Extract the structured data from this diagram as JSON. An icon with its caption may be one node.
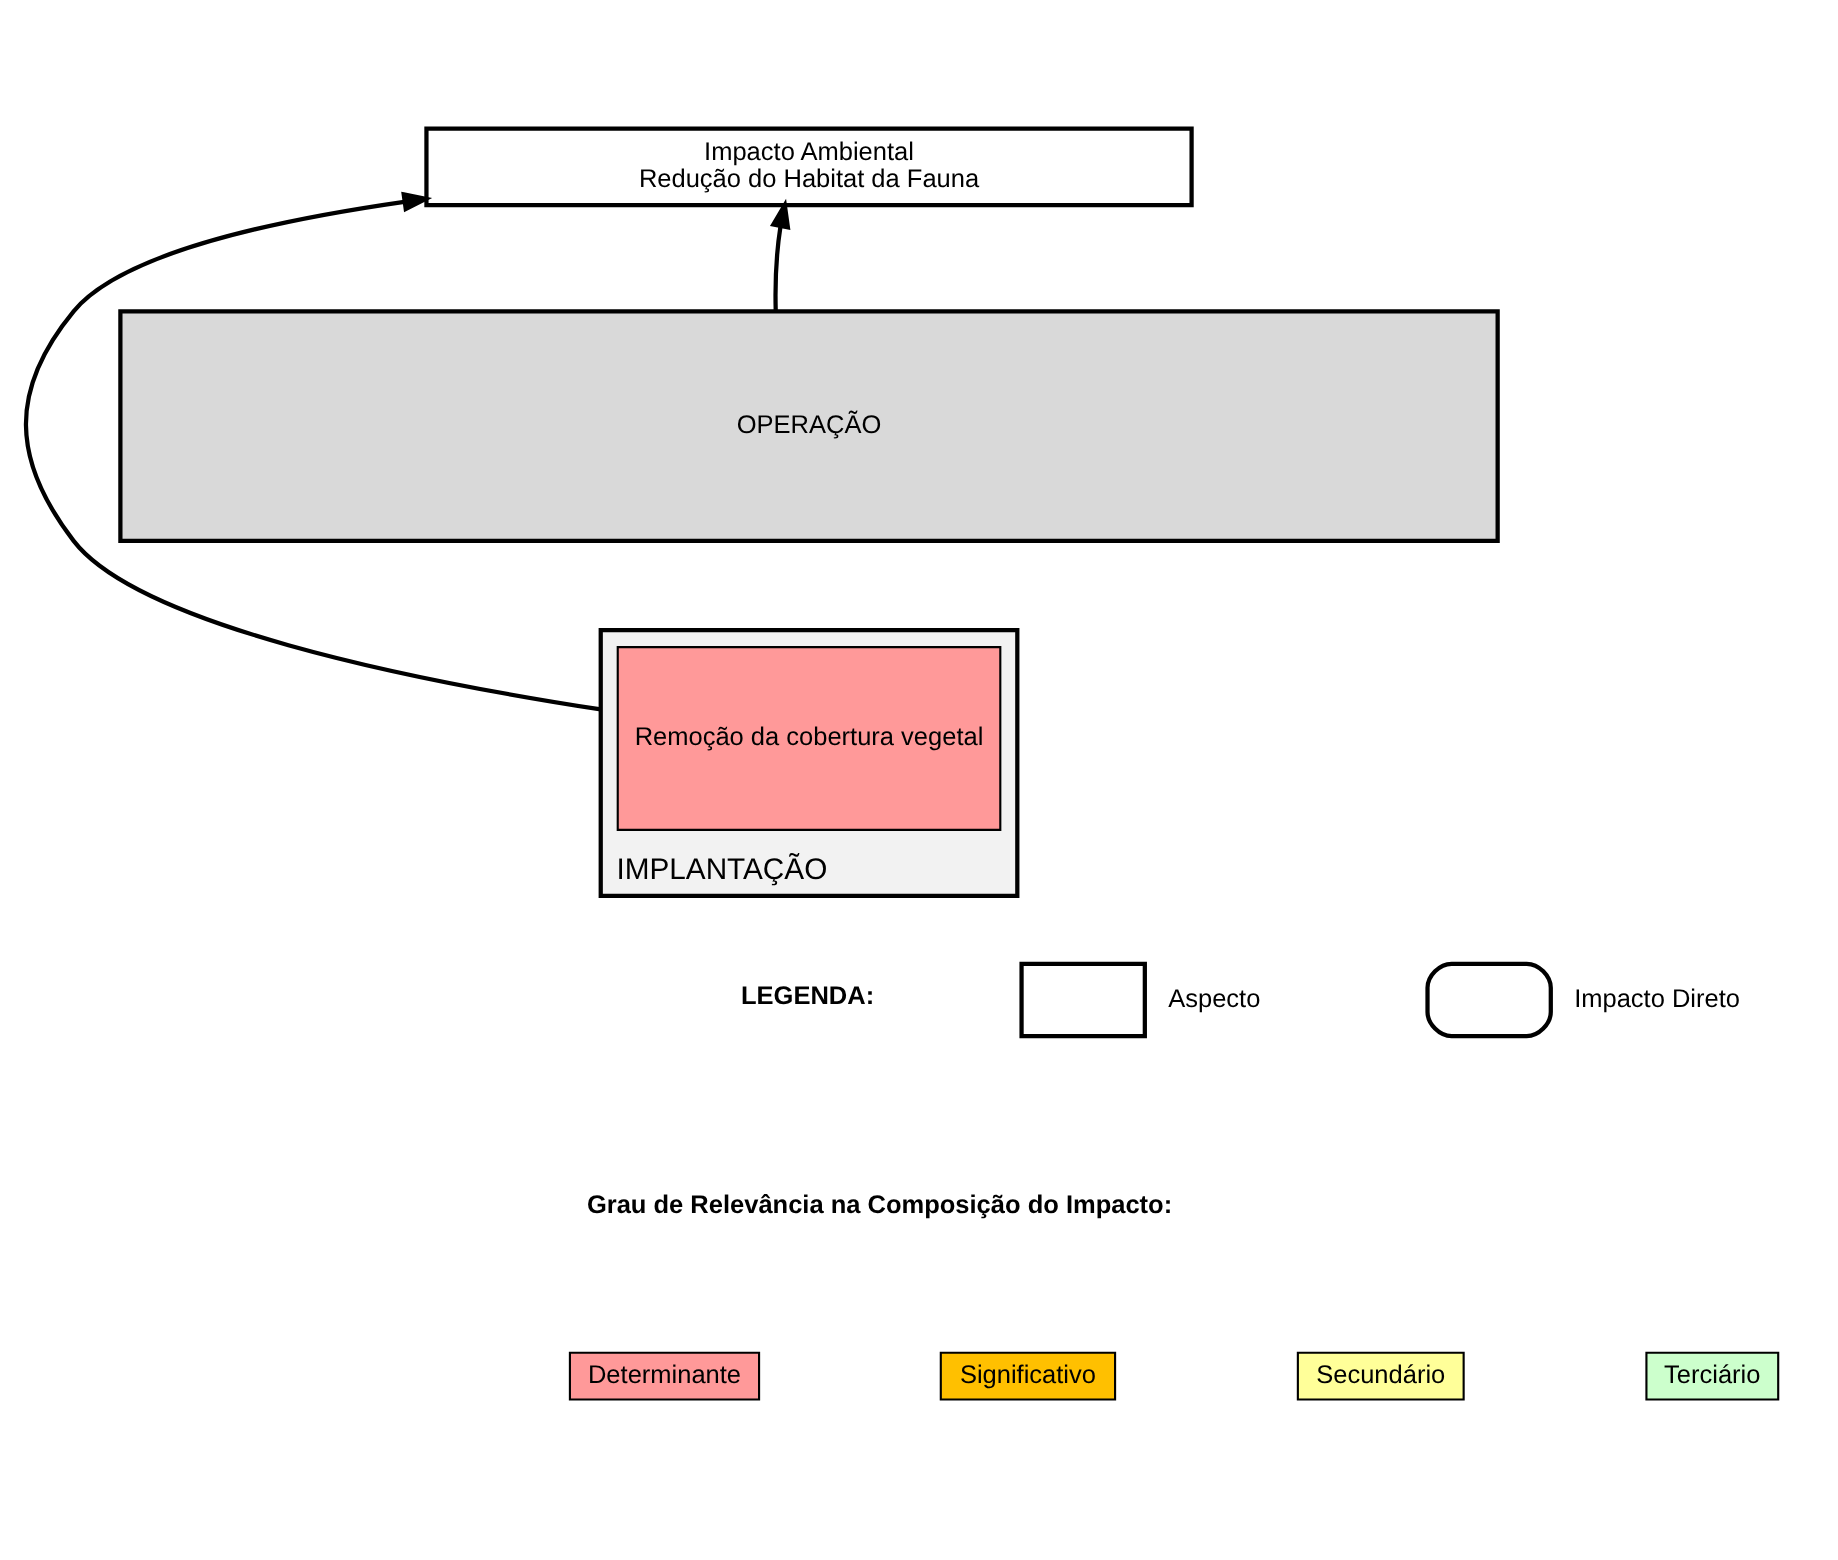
{
  "diagram": {
    "nodes": [
      {
        "text": [
          "Impacto Ambiental",
          "Redução do Habitat da Fauna"
        ]
      },
      {
        "text": [
          "OPERAÇÃO"
        ]
      },
      {
        "text": [
          "IMPLANTAÇÃO"
        ]
      },
      {
        "text": [
          "Remoção da cobertura vegetal"
        ],
        "in": 2
      }
    ],
    "edges": [
      {
        "from": 1,
        "to": 0,
        "arrow": "to"
      },
      {
        "from": 2,
        "to": 0,
        "arrow": "to"
      }
    ],
    "labels": [
      "LEGENDA:",
      "Grau de Relevância na Composição do Impacto:"
    ],
    "legend": [
      {
        "text": "Aspecto"
      },
      {
        "text": "Impacto Direto"
      },
      {
        "text": "Determinante",
        "color": "#ff9999"
      },
      {
        "text": "Significativo",
        "color": "#ffc000"
      },
      {
        "text": "Secundário",
        "color": "#ffff99"
      },
      {
        "text": "Terciário",
        "color": "#ccffcc"
      }
    ]
  }
}
